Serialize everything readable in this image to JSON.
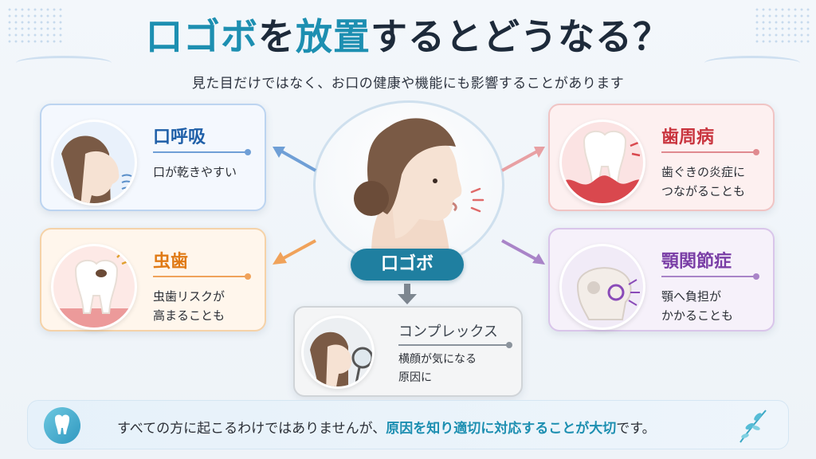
{
  "title": {
    "part1": "口ゴボ",
    "part2": "を",
    "part3": "放置",
    "part4": "するとどうなる？"
  },
  "subtitle": "見た目だけではなく、お口の健康や機能にも影響することがあります",
  "center": {
    "badge": "口ゴボ"
  },
  "cards": {
    "breathing": {
      "title": "口呼吸",
      "line1": "口が乾きやすい"
    },
    "cavity": {
      "title": "虫歯",
      "line1": "虫歯リスクが",
      "line2": "高まることも"
    },
    "periodontal": {
      "title": "歯周病",
      "line1": "歯ぐきの炎症に",
      "line2": "つながることも"
    },
    "tmj": {
      "title": "顎関節症",
      "line1": "顎へ負担が",
      "line2": "かかることも"
    },
    "complex": {
      "title": "コンプレックス",
      "line1": "横顔が気になる",
      "line2": "原因に"
    }
  },
  "footer": {
    "text_before": "すべての方に起こるわけではありませんが、",
    "highlight": "原因を知り適切に対応することが大切",
    "text_after": "です。"
  },
  "colors": {
    "accent": "#1d8fb1",
    "breathing": "#1f5fa8",
    "cavity": "#e07a15",
    "periodontal": "#c9353f",
    "tmj": "#7a3ea6",
    "complex": "#3e4650"
  }
}
